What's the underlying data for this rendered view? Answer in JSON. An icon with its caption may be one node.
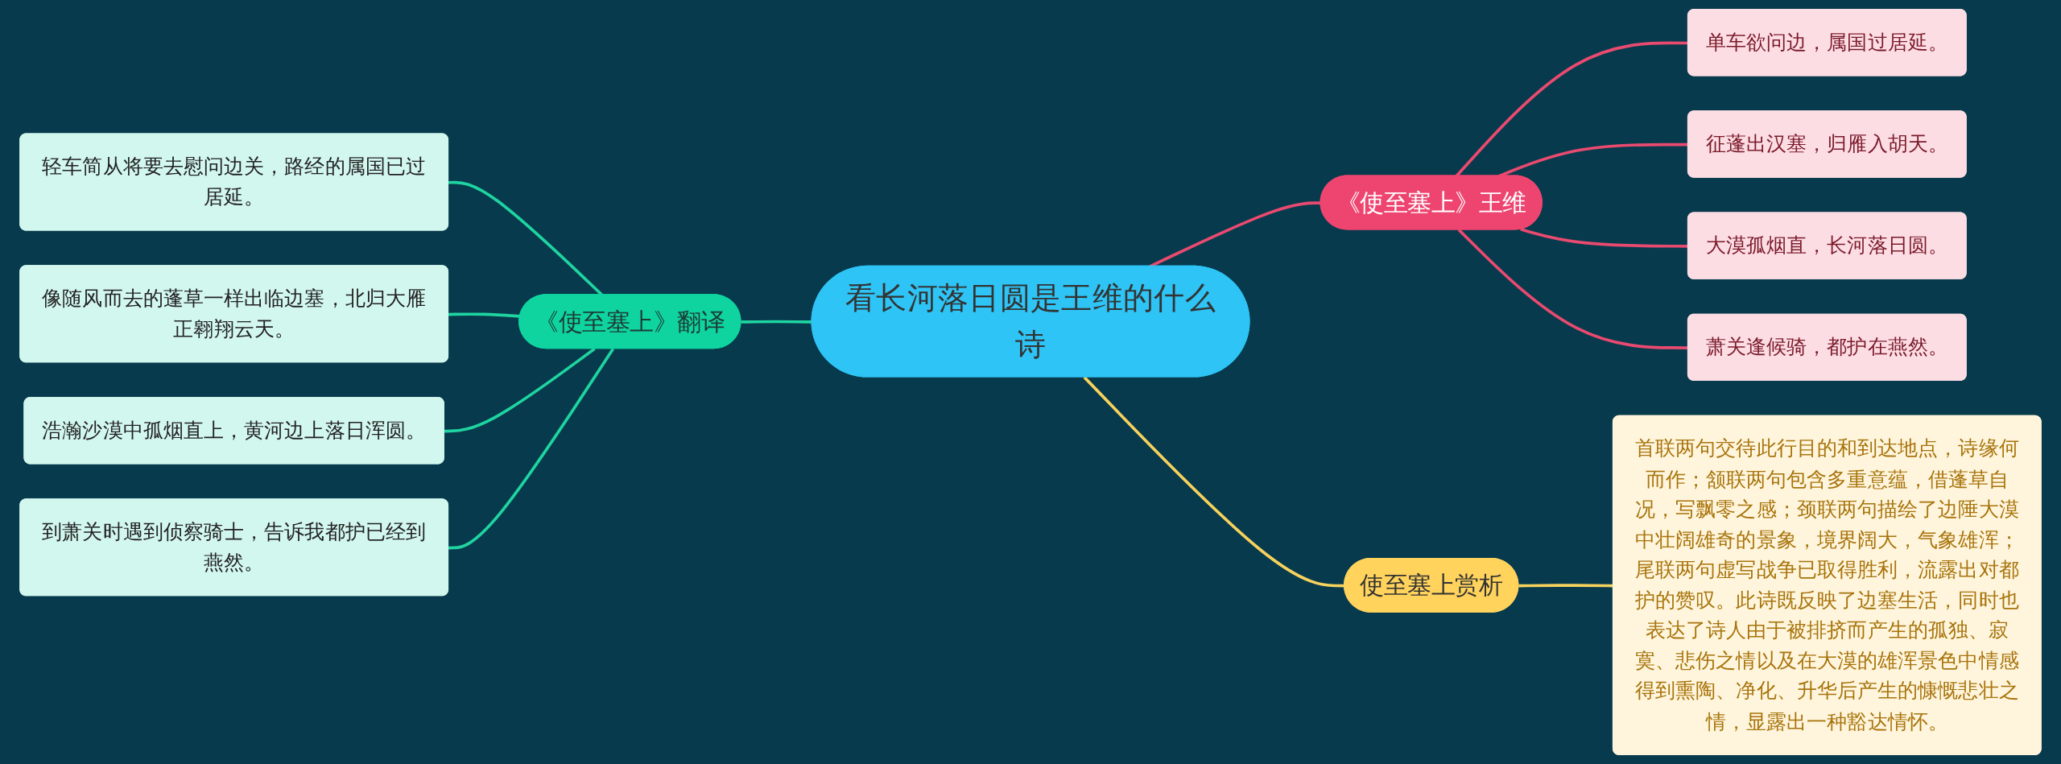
{
  "diagram": {
    "nodes": [
      {
        "text": [
          "看长河落日圆是王维的什么诗"
        ]
      },
      {
        "text": [
          "《使至塞上》王维"
        ]
      },
      {
        "text": [
          "单车欲问边，属国过居延。"
        ]
      },
      {
        "text": [
          "征蓬出汉塞，归雁入胡天。"
        ]
      },
      {
        "text": [
          "大漠孤烟直，长河落日圆。"
        ]
      },
      {
        "text": [
          "萧关逢候骑，都护在燕然。"
        ]
      },
      {
        "text": [
          "使至塞上赏析"
        ]
      },
      {
        "text": [
          "首联两句交待此行目的和到达地点，诗缘何而作；颔联两句包含多重意蕴，借蓬草自况，写飘零之感；颈联两句描绘了边陲大漠中壮阔雄奇的景象，境界阔大，气象雄浑；尾联两句虚写战争已取得胜利，流露出对都护的赞叹。此诗既反映了边塞生活，同时也表达了诗人由于被排挤而产生的孤独、寂寞、悲伤之情以及在大漠的雄浑景色中情感得到熏陶、净化、升华后产生的慷慨悲壮之情，显露出一种豁达情怀。"
        ]
      },
      {
        "text": [
          "《使至塞上》翻译"
        ]
      },
      {
        "text": [
          "轻车简从将要去慰问边关，路经的属国已过居延。"
        ]
      },
      {
        "text": [
          "像随风而去的蓬草一样出临边塞，北归大雁正翱翔云天。"
        ]
      },
      {
        "text": [
          "浩瀚沙漠中孤烟直上，黄河边上落日浑圆。"
        ]
      },
      {
        "text": [
          "到萧关时遇到侦察骑士，告诉我都护已经到燕然。"
        ]
      }
    ],
    "edges": [
      {
        "from": 0,
        "to": 1,
        "arrow": "none",
        "color": "#e94a6f"
      },
      {
        "from": 1,
        "to": 2,
        "arrow": "none",
        "color": "#e94a6f"
      },
      {
        "from": 1,
        "to": 3,
        "arrow": "none",
        "color": "#e94a6f"
      },
      {
        "from": 1,
        "to": 4,
        "arrow": "none",
        "color": "#e94a6f"
      },
      {
        "from": 1,
        "to": 5,
        "arrow": "none",
        "color": "#e94a6f"
      },
      {
        "from": 0,
        "to": 6,
        "arrow": "none",
        "color": "#f7d25c"
      },
      {
        "from": 6,
        "to": 7,
        "arrow": "none",
        "color": "#f7d25c"
      },
      {
        "from": 0,
        "to": 8,
        "arrow": "none",
        "color": "#1fd4a0"
      },
      {
        "from": 8,
        "to": 9,
        "arrow": "none",
        "color": "#1fd4a0"
      },
      {
        "from": 8,
        "to": 10,
        "arrow": "none",
        "color": "#1fd4a0"
      },
      {
        "from": 8,
        "to": 11,
        "arrow": "none",
        "color": "#1fd4a0"
      },
      {
        "from": 8,
        "to": 12,
        "arrow": "none",
        "color": "#1fd4a0"
      }
    ]
  }
}
